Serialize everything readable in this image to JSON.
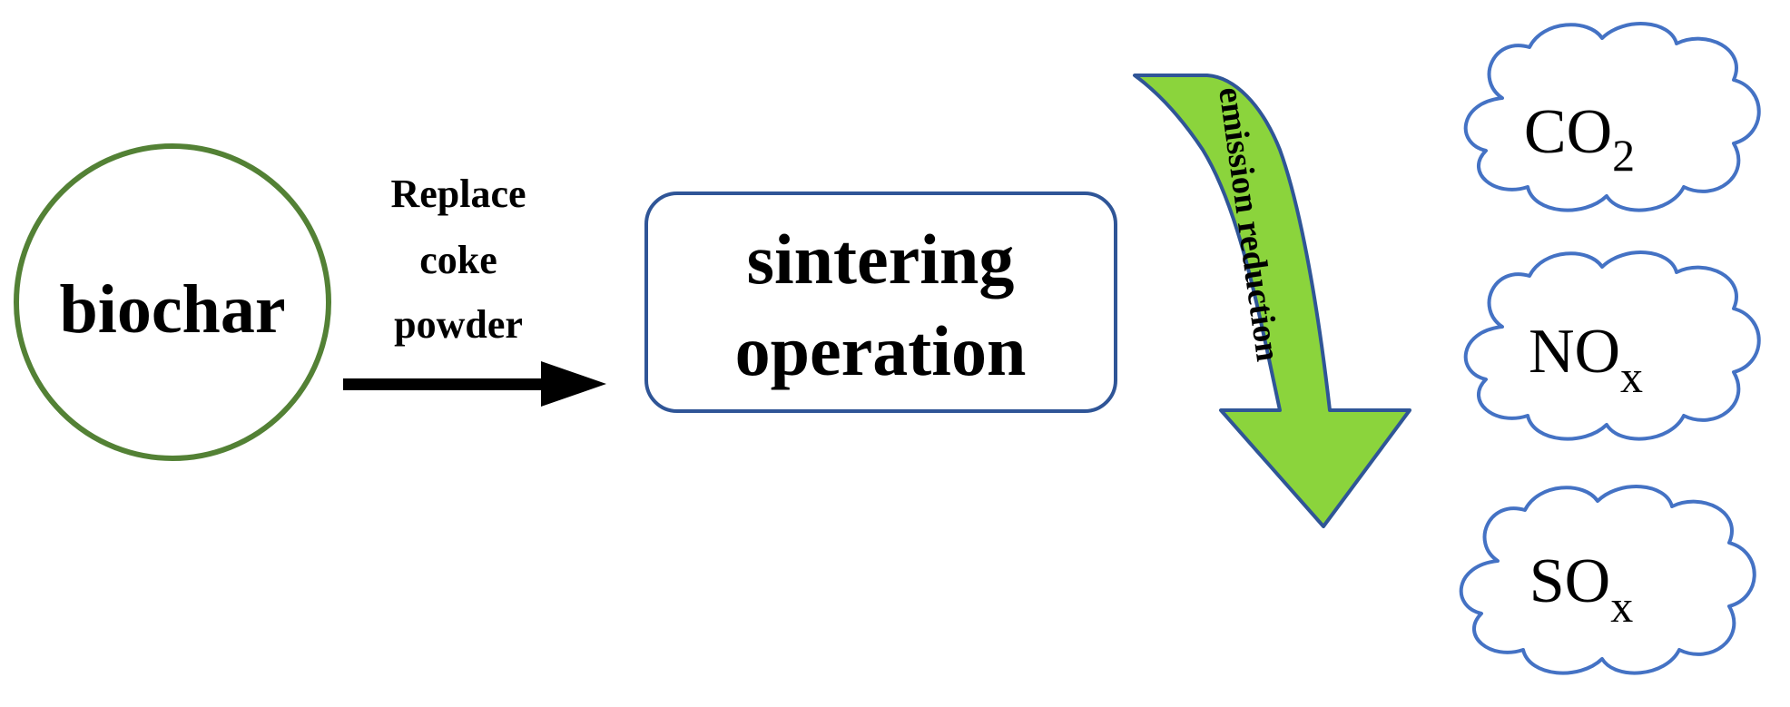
{
  "colors": {
    "circle_stroke": "#538135",
    "box_stroke": "#2F5597",
    "cloud_stroke": "#4472C4",
    "curved_arrow_fill": "#8BD43C",
    "curved_arrow_stroke": "#2F5597",
    "arrow_fill": "#000000"
  },
  "source_node": {
    "label": "biochar"
  },
  "connector": {
    "label_lines": [
      "Replace",
      "coke",
      "powder"
    ]
  },
  "process_node": {
    "label_lines": [
      "sintering",
      "operation"
    ]
  },
  "curved_arrow": {
    "label": "emission reduction"
  },
  "emissions": [
    {
      "base": "CO",
      "sub": "2"
    },
    {
      "base": "NO",
      "sub": "x"
    },
    {
      "base": "SO",
      "sub": "x"
    }
  ]
}
